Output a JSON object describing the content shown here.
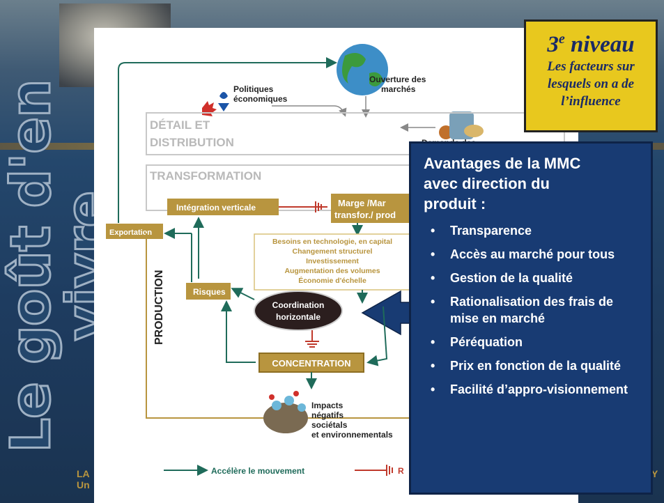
{
  "side": {
    "vertical_title": "Le goût d'en vivre"
  },
  "footer": {
    "line1": "LA",
    "line2": "Un",
    "right": "Y"
  },
  "level_box": {
    "title": "niveau",
    "superscript": "e",
    "number": "3",
    "subtitle_lines": [
      "Les facteurs sur",
      "lesquels on a de",
      "l’influence"
    ]
  },
  "advantages": {
    "title_lines": [
      "Avantages de la MMC",
      "avec direction du",
      "produit :"
    ],
    "bullet_symbol": "•",
    "items": [
      "Transparence",
      "Accès au marché pour tous",
      "Gestion de la qualité",
      "Rationalisation des frais de mise en marché",
      "Péréquation",
      "Prix en fonction de la qualité",
      "Facilité d’appro-visionnement"
    ]
  },
  "diagram": {
    "politiques": [
      "Politiques",
      "économiques"
    ],
    "ouverture": [
      "Ouverture des",
      "marchés"
    ],
    "demande": "Demande des",
    "detail": [
      "DÉTAIL ET",
      "DISTRIBUTION"
    ],
    "transformation": "TRANSFORMATION",
    "integration": "Intégration verticale",
    "marge": [
      "Marge  /Mar",
      "transfor./ prod"
    ],
    "exportation": "Exportation",
    "besoins": [
      "Besoins en technologie, en capital",
      "Changement structurel",
      "Investissement",
      "Augmentation des volumes",
      "Économie d'échelle"
    ],
    "risques": "Risques",
    "production": "PRODUCTION",
    "coordination": [
      "Coordination",
      "horizontale"
    ],
    "concentration": "CONCENTRATION",
    "impacts": [
      "Impacts",
      "négatifs",
      "sociétals",
      "et environnementals"
    ],
    "legend_accelere": "Accélère le mouvement",
    "legend_r": "R"
  },
  "colors": {
    "gold": "#b8953f",
    "navy": "#183b73",
    "yellow": "#e8c81e",
    "teal": "#1f6b5a",
    "red": "#c0392b"
  }
}
